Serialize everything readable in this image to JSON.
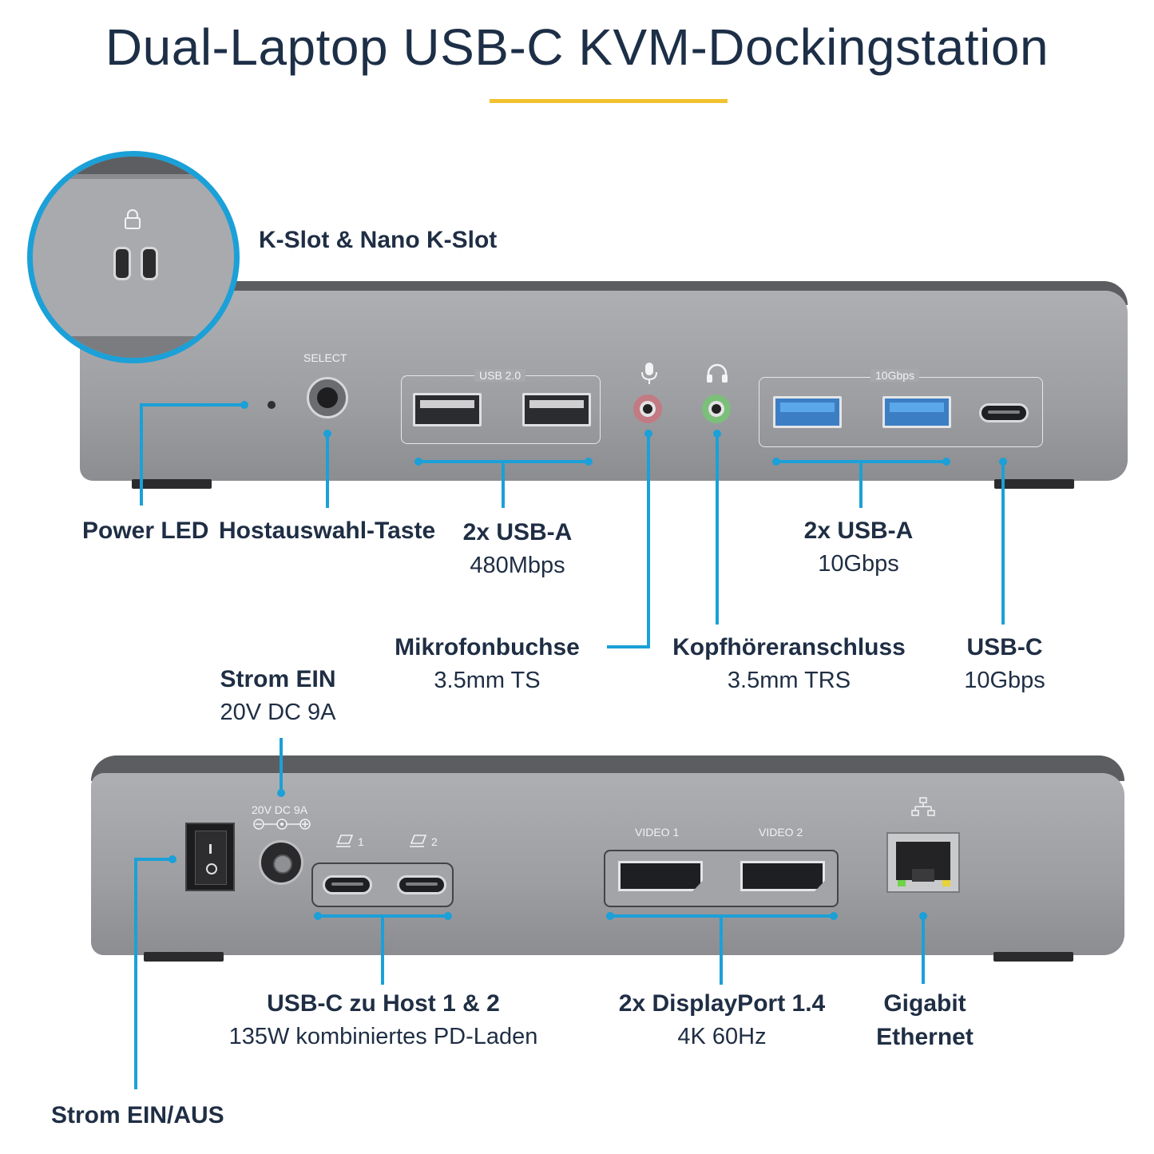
{
  "title": "Dual-Laptop USB-C KVM-Dockingstation",
  "front": {
    "kslot_label": "K-Slot & Nano K-Slot",
    "select_text": "SELECT",
    "usb2_group_text": "USB 2.0",
    "gbps_group_text": "10Gbps",
    "power_led": "Power LED",
    "host_select": "Hostauswahl-Taste",
    "usba480_title": "2x USB-A",
    "usba480_sub": "480Mbps",
    "usba10_title": "2x USB-A",
    "usba10_sub": "10Gbps",
    "mic_title": "Mikrofonbuchse",
    "mic_sub": "3.5mm TS",
    "headphone_title": "Kopfhöreranschluss",
    "headphone_sub": "3.5mm TRS",
    "usbc_title": "USB-C",
    "usbc_sub": "10Gbps"
  },
  "rear": {
    "power_in_title": "Strom EIN",
    "power_in_sub": "20V DC 9A",
    "dc_text": "20V DC 9A",
    "host1_text": "1",
    "host2_text": "2",
    "video1_text": "VIDEO 1",
    "video2_text": "VIDEO 2",
    "usbc_host_title": "USB-C zu Host 1 & 2",
    "usbc_host_sub": "135W kombiniertes PD-Laden",
    "dp_title": "2x DisplayPort 1.4",
    "dp_sub": "4K 60Hz",
    "ethernet_title": "Gigabit",
    "ethernet_title2": "Ethernet",
    "power_switch": "Strom EIN/AUS"
  },
  "colors": {
    "accent_line": "#1ba0d8",
    "title_rule": "#f2c12e",
    "text": "#1f2e44",
    "chassis": "#9d9ea2"
  }
}
